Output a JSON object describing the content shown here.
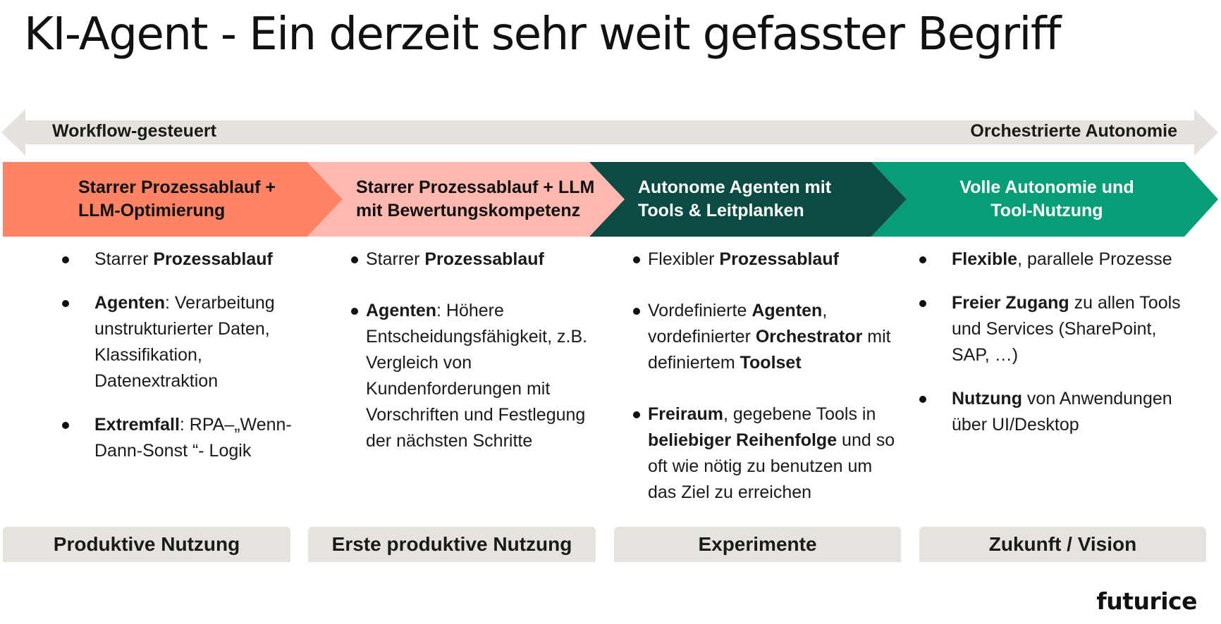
{
  "title": "KI-Agent - Ein derzeit sehr weit gefasster Begriff",
  "spectrum": {
    "left_label": "Workflow-gesteuert",
    "right_label": "Orchestrierte Autonomie",
    "color": "#e5e1dc"
  },
  "stages": [
    {
      "title": "Starrer Prozessablauf +\nLLM-Optimierung",
      "color": "#ff8466",
      "bullets": [
        [
          {
            "t": "Starrer "
          },
          {
            "t": "Prozessablauf",
            "b": true
          }
        ],
        [
          {
            "t": "Agenten",
            "b": true
          },
          {
            "t": ": Verarbeitung unstrukturierter Daten, Klassifikation, Datenextraktion"
          }
        ],
        [
          {
            "t": "Extremfall",
            "b": true
          },
          {
            "t": ": RPA–„Wenn-Dann-Sonst “- Logik"
          }
        ]
      ],
      "status": "Produktive Nutzung"
    },
    {
      "title": "Starrer Prozessablauf + LLM\nmit Bewertungskompetenz",
      "color": "#ffb8b0",
      "bullets": [
        [
          {
            "t": "Starrer "
          },
          {
            "t": "Prozessablauf",
            "b": true
          }
        ],
        [
          {
            "t": "Agenten",
            "b": true
          },
          {
            "t": ": Höhere Entscheidungsfähigkeit, z.B. Vergleich von Kundenforderungen mit Vorschriften und Festlegung der nächsten Schritte"
          }
        ]
      ],
      "status": "Erste produktive Nutzung"
    },
    {
      "title": "Autonome Agenten mit\nTools & Leitplanken",
      "color": "#0b4b44",
      "bullets": [
        [
          {
            "t": "Flexibler "
          },
          {
            "t": "Prozessablauf",
            "b": true
          }
        ],
        [
          {
            "t": "Vordefinierte "
          },
          {
            "t": "Agenten",
            "b": true
          },
          {
            "t": ", vordefinierter "
          },
          {
            "t": "Orchestrator",
            "b": true
          },
          {
            "t": " mit definiertem "
          },
          {
            "t": "Toolset",
            "b": true
          }
        ],
        [
          {
            "t": "Freiraum",
            "b": true
          },
          {
            "t": ", gegebene Tools in "
          },
          {
            "t": "beliebiger Reihenfolge",
            "b": true
          },
          {
            "t": " und so oft wie nötig zu benutzen um das Ziel zu erreichen"
          }
        ]
      ],
      "status": "Experimente"
    },
    {
      "title": "Volle Autonomie und\nTool-Nutzung",
      "color": "#079e77",
      "bullets": [
        [
          {
            "t": "Flexible",
            "b": true
          },
          {
            "t": ", parallele Prozesse"
          }
        ],
        [
          {
            "t": "Freier Zugang",
            "b": true
          },
          {
            "t": " zu allen Tools und Services (SharePoint, SAP, …)"
          }
        ],
        [
          {
            "t": "Nutzung",
            "b": true
          },
          {
            "t": " von Anwendungen über UI/Desktop"
          }
        ]
      ],
      "status": "Zukunft / Vision"
    }
  ],
  "logo": "futurice"
}
